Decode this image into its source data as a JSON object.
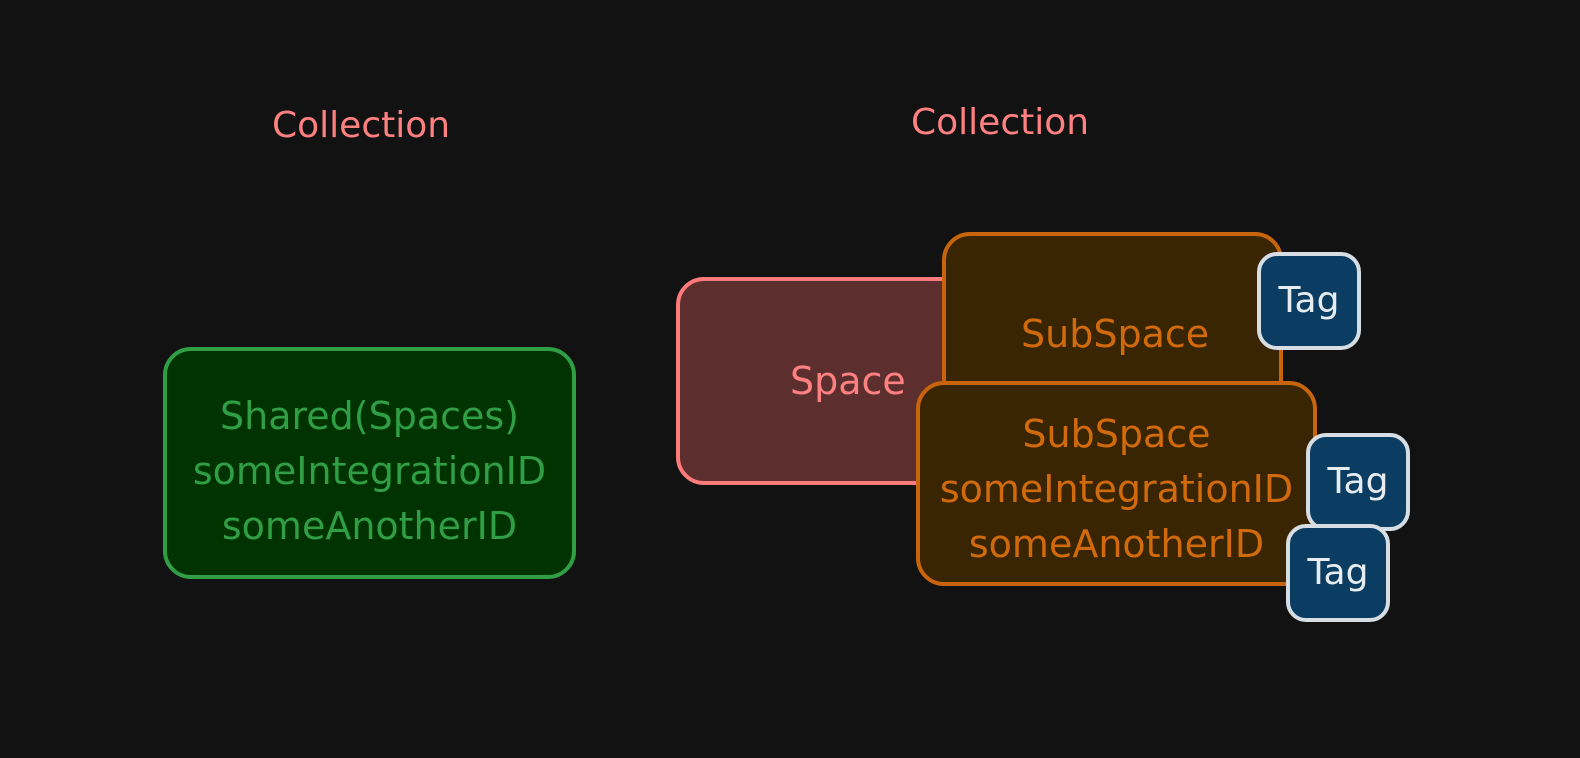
{
  "left_group": {
    "title": "Collection",
    "shared_box": {
      "lines": [
        "Shared(Spaces)",
        "someIntegrationID",
        "someAnotherID"
      ]
    }
  },
  "right_group": {
    "title": "Collection",
    "space_label": "Space",
    "subspace_top": {
      "label": "SubSpace"
    },
    "subspace_bottom": {
      "lines": [
        "SubSpace",
        "someIntegrationID",
        "someAnotherID"
      ]
    },
    "tags": [
      "Tag",
      "Tag",
      "Tag"
    ]
  },
  "colors": {
    "background": "#121212",
    "collection_title": "#ff8080",
    "shared_fill": "#003300",
    "shared_stroke": "#2f9e44",
    "space_fill": "#5c2e2e",
    "space_stroke": "#ff7a7a",
    "subspace_fill": "#3a2502",
    "subspace_stroke": "#c8650c",
    "tag_fill": "#0b3d63",
    "tag_stroke": "#d6dde3"
  }
}
